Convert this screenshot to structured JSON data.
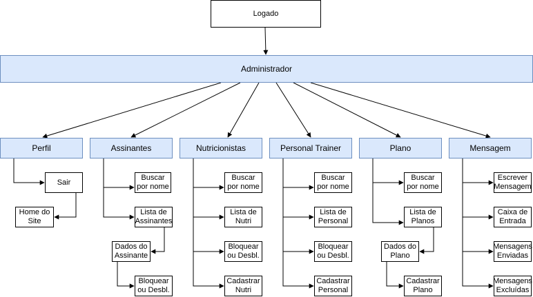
{
  "diagram": {
    "colors": {
      "header_fill": "#dae8fc",
      "header_stroke": "#6c8ebf",
      "box_fill": "#ffffff",
      "line": "#000000"
    },
    "root": "Logado",
    "admin": "Administrador",
    "columns": [
      {
        "title": "Perfil",
        "items": [
          {
            "label": "Sair"
          },
          {
            "label": "Home do\nSite"
          }
        ]
      },
      {
        "title": "Assinantes",
        "items": [
          {
            "label": "Buscar\npor nome"
          },
          {
            "label": "Lista de\nAssinantes"
          },
          {
            "label": "Dados do\nAssinante"
          },
          {
            "label": "Bloquear\nou Desbl."
          }
        ]
      },
      {
        "title": "Nutricionistas",
        "items": [
          {
            "label": "Buscar\npor nome"
          },
          {
            "label": "Lista de\nNutri"
          },
          {
            "label": "Bloquear\nou Desbl."
          },
          {
            "label": "Cadastrar\nNutri"
          }
        ]
      },
      {
        "title": "Personal Trainer",
        "items": [
          {
            "label": "Buscar\npor nome"
          },
          {
            "label": "Lista de\nPersonal"
          },
          {
            "label": "Bloquear\nou Desbl."
          },
          {
            "label": "Cadastrar\nPersonal"
          }
        ]
      },
      {
        "title": "Plano",
        "items": [
          {
            "label": "Buscar\npor nome"
          },
          {
            "label": "Lista de\nPlanos"
          },
          {
            "label": "Dados do\nPlano"
          },
          {
            "label": "Cadastrar\nPlano"
          }
        ]
      },
      {
        "title": "Mensagem",
        "items": [
          {
            "label": "Escrever\nMensagem"
          },
          {
            "label": "Caixa de\nEntrada"
          },
          {
            "label": "Mensagens\nEnviadas"
          },
          {
            "label": "Mensagens\nExcluídas"
          }
        ]
      }
    ]
  }
}
